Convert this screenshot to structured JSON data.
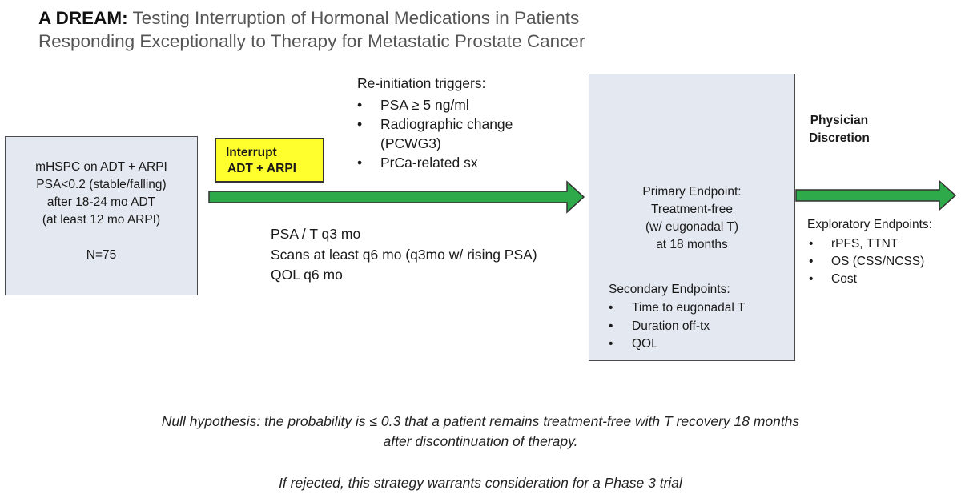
{
  "title": {
    "bold": "A DREAM:",
    "rest": "Testing Interruption of Hormonal Medications in Patients Responding Exceptionally to Therapy for Metastatic Prostate Cancer"
  },
  "left_box": {
    "lines": [
      "mHSPC on ADT + ARPI",
      "PSA<0.2 (stable/falling)",
      "after 18-24 mo ADT",
      "(at least 12 mo ARPI)"
    ],
    "n": "N=75"
  },
  "interrupt": {
    "line1": "Interrupt",
    "line2": "ADT + ARPI"
  },
  "triggers": {
    "title": "Re-initiation triggers:",
    "items": [
      "PSA ≥ 5 ng/ml",
      "Radiographic change (PCWG3)",
      "PrCa-related sx"
    ]
  },
  "monitoring": [
    "PSA / T q3 mo",
    "Scans at least q6 mo (q3mo w/ rising PSA)",
    "QOL q6 mo"
  ],
  "primary": {
    "lines": [
      "Primary Endpoint:",
      "Treatment-free",
      "(w/ eugonadal T)",
      "at 18 months"
    ]
  },
  "secondary": {
    "title": "Secondary Endpoints:",
    "items": [
      "Time to eugonadal T",
      "Duration off-tx",
      "QOL"
    ]
  },
  "physician": {
    "line1": "Physician",
    "line2": "Discretion"
  },
  "exploratory": {
    "title": "Exploratory Endpoints:",
    "items": [
      "rPFS, TTNT",
      "OS (CSS/NCSS)",
      "Cost"
    ]
  },
  "footer": {
    "null_hypothesis_1": "Null hypothesis: the probability is ≤ 0.3 that a patient remains treatment-free with T recovery 18 months",
    "null_hypothesis_2": "after discontinuation of therapy.",
    "rejected": "If rejected, this strategy warrants consideration for a Phase 3 trial"
  },
  "colors": {
    "arrow": "#2eaa4a",
    "box_fill": "#e4e9f1",
    "highlight": "#ffff2e"
  }
}
